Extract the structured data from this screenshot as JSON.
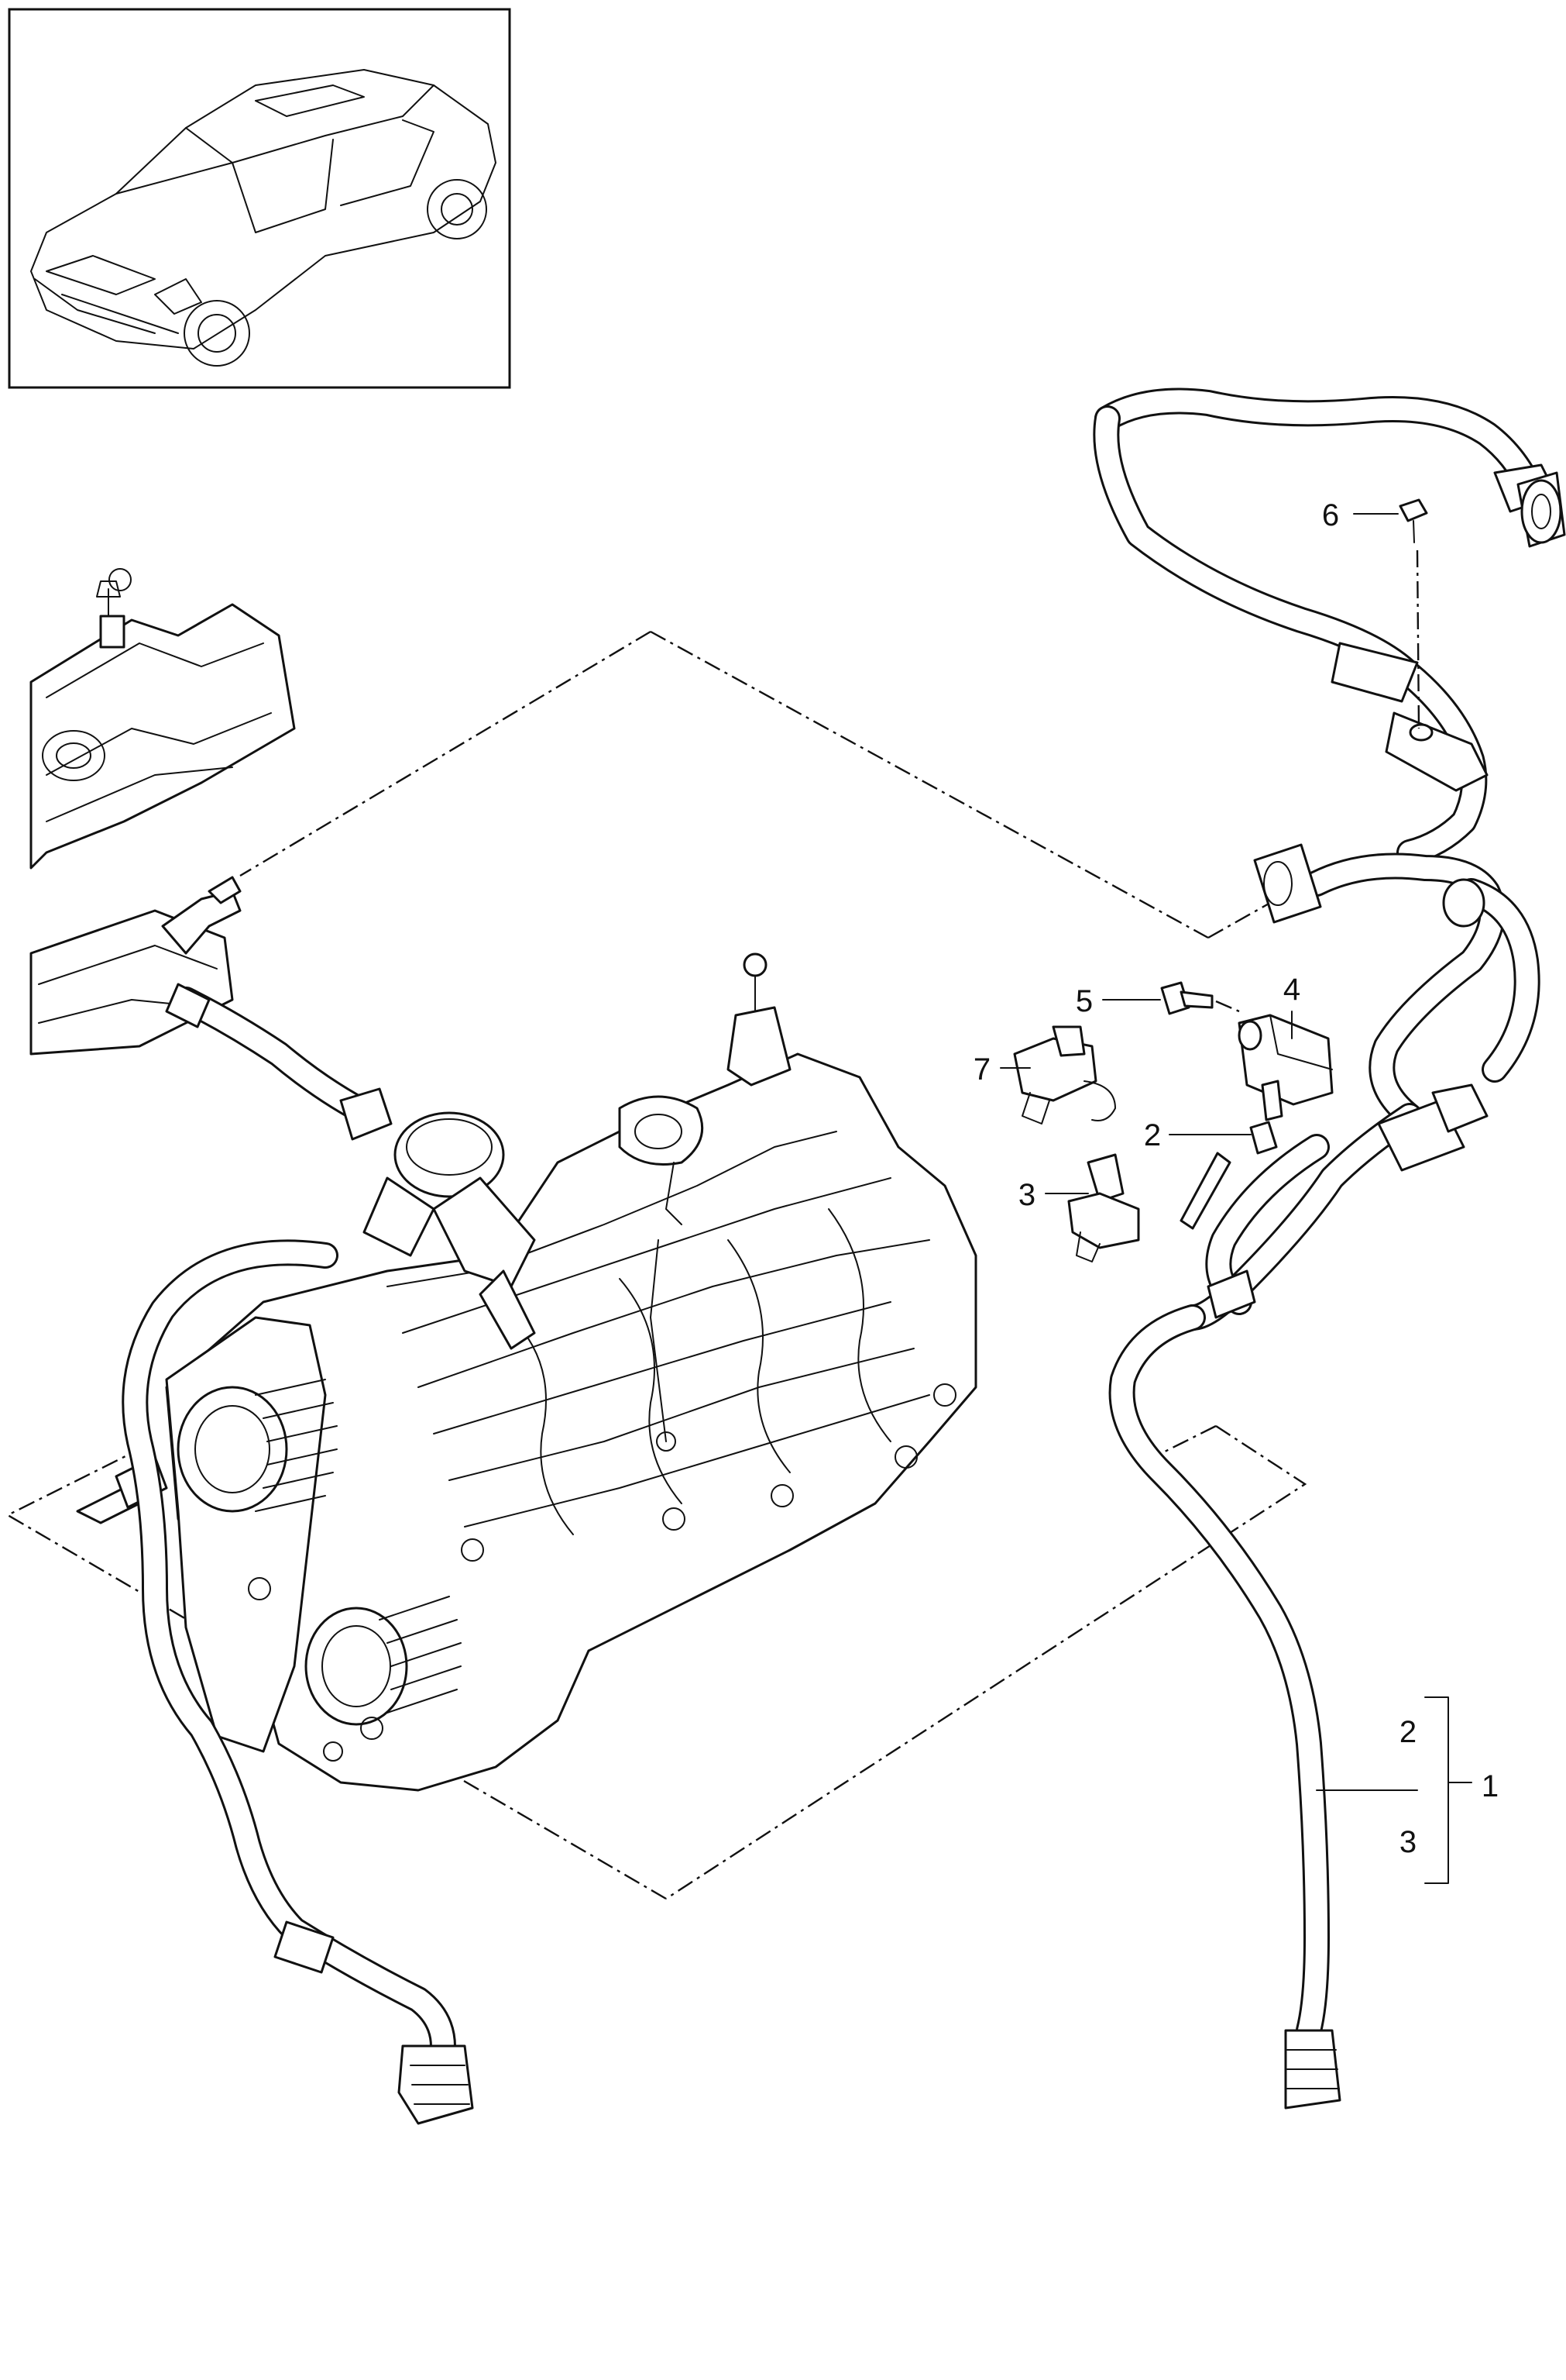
{
  "callouts": [
    {
      "id": "1",
      "text": "1"
    },
    {
      "id": "2",
      "text": "2"
    },
    {
      "id": "3",
      "text": "3"
    },
    {
      "id": "4",
      "text": "4"
    },
    {
      "id": "5",
      "text": "5"
    },
    {
      "id": "6",
      "text": "6"
    },
    {
      "id": "7",
      "text": "7"
    },
    {
      "id": "2b",
      "text": "2"
    },
    {
      "id": "3b",
      "text": "3"
    }
  ]
}
